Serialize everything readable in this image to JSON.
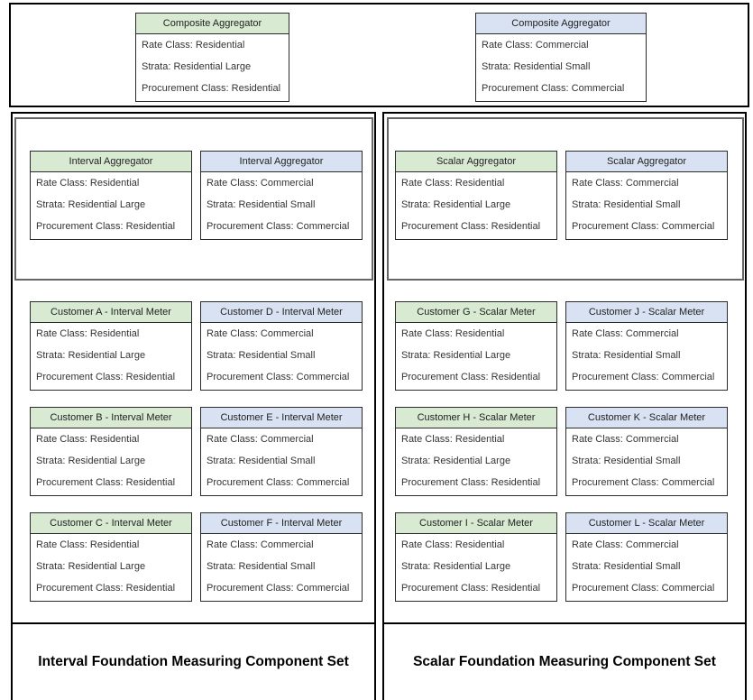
{
  "colors": {
    "green": "#d9ead3",
    "blue": "#d9e2f3",
    "border": "#000000",
    "inner_border": "#666666"
  },
  "composite_cards": [
    {
      "title": "Composite Aggregator",
      "rows": [
        "Rate Class: Residential",
        "Strata: Residential Large",
        "Procurement Class: Residential"
      ]
    },
    {
      "title": "Composite Aggregator",
      "rows": [
        "Rate Class: Commercial",
        "Strata: Residential Small",
        "Procurement Class: Commercial"
      ]
    }
  ],
  "sections": [
    {
      "label": "Interval Foundation Measuring Component Set",
      "aggregator_cards": [
        {
          "title": "Interval Aggregator",
          "rows": [
            "Rate Class: Residential",
            "Strata: Residential Large",
            "Procurement Class: Residential"
          ]
        },
        {
          "title": "Interval Aggregator",
          "rows": [
            "Rate Class: Commercial",
            "Strata: Residential Small",
            "Procurement Class: Commercial"
          ]
        }
      ],
      "customer_cards": [
        {
          "title": "Customer A - Interval Meter",
          "rows": [
            "Rate Class: Residential",
            "Strata: Residential Large",
            "Procurement Class: Residential"
          ]
        },
        {
          "title": "Customer D - Interval Meter",
          "rows": [
            "Rate Class: Commercial",
            "Strata: Residential Small",
            "Procurement Class: Commercial"
          ]
        },
        {
          "title": "Customer B - Interval Meter",
          "rows": [
            "Rate Class: Residential",
            "Strata: Residential Large",
            "Procurement Class: Residential"
          ]
        },
        {
          "title": "Customer E - Interval Meter",
          "rows": [
            "Rate Class: Commercial",
            "Strata: Residential Small",
            "Procurement Class: Commercial"
          ]
        },
        {
          "title": "Customer C - Interval Meter",
          "rows": [
            "Rate Class: Residential",
            "Strata: Residential Large",
            "Procurement Class: Residential"
          ]
        },
        {
          "title": "Customer F - Interval Meter",
          "rows": [
            "Rate Class: Commercial",
            "Strata: Residential Small",
            "Procurement Class: Commercial"
          ]
        }
      ]
    },
    {
      "label": "Scalar Foundation Measuring Component Set",
      "aggregator_cards": [
        {
          "title": "Scalar Aggregator",
          "rows": [
            "Rate Class: Residential",
            "Strata: Residential Large",
            "Procurement Class: Residential"
          ]
        },
        {
          "title": "Scalar Aggregator",
          "rows": [
            "Rate Class: Commercial",
            "Strata: Residential Small",
            "Procurement Class: Commercial"
          ]
        }
      ],
      "customer_cards": [
        {
          "title": "Customer G - Scalar Meter",
          "rows": [
            "Rate Class: Residential",
            "Strata: Residential Large",
            "Procurement Class: Residential"
          ]
        },
        {
          "title": "Customer J - Scalar Meter",
          "rows": [
            "Rate Class: Commercial",
            "Strata: Residential Small",
            "Procurement Class: Commercial"
          ]
        },
        {
          "title": "Customer H - Scalar Meter",
          "rows": [
            "Rate Class: Residential",
            "Strata: Residential Large",
            "Procurement Class: Residential"
          ]
        },
        {
          "title": "Customer K - Scalar Meter",
          "rows": [
            "Rate Class: Commercial",
            "Strata: Residential Small",
            "Procurement Class: Commercial"
          ]
        },
        {
          "title": "Customer I - Scalar Meter",
          "rows": [
            "Rate Class: Residential",
            "Strata: Residential Large",
            "Procurement Class: Residential"
          ]
        },
        {
          "title": "Customer L - Scalar Meter",
          "rows": [
            "Rate Class: Commercial",
            "Strata: Residential Small",
            "Procurement Class: Commercial"
          ]
        }
      ]
    }
  ]
}
